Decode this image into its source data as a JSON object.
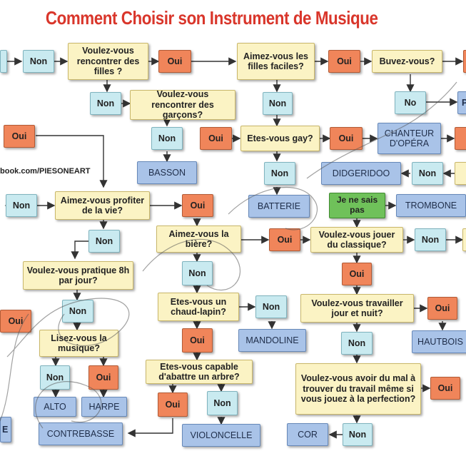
{
  "title": "Comment Choisir son Instrument de Musique",
  "credit": "book.com/PIESONEART",
  "questions": {
    "q_filles": "Voulez-vous rencontrer des filles ?",
    "q_filles_faciles": "Aimez-vous les filles faciles?",
    "q_buvez": "Buvez-vous?",
    "q_garcons": "Voulez-vous rencontrer des garçons?",
    "q_gay": "Etes-vous gay?",
    "q_profiter": "Aimez-vous profiter de la vie?",
    "q_biere": "Aimez-vous la bière?",
    "q_classique": "Voulez-vous jouer du classique?",
    "q_pratique": "Voulez-vous pratique 8h par jour?",
    "q_chaud": "Etes-vous un chaud-lapin?",
    "q_travailler": "Voulez-vous travailler jour et nuit?",
    "q_lisez": "Lisez-vous la musique?",
    "q_arbre": "Etes-vous capable d'abattre un arbre?",
    "q_mal": "Voulez-vous avoir du mal à trouver du travail même si vous jouez à la perfection?"
  },
  "answers": {
    "oui": "Oui",
    "non": "Non",
    "no": "No",
    "ne_sais_pas": "Je ne sais pas"
  },
  "instruments": {
    "basson": "BASSON",
    "chanteur": "CHANTEUR D'OPÉRA",
    "didgeridoo": "DIDGERIDOO",
    "batterie": "BATTERIE",
    "trombone": "TROMBONE",
    "mandoline": "MANDOLINE",
    "hautbois": "HAUTBOIS",
    "alto": "ALTO",
    "harpe": "HARPE",
    "contrebasse": "CONTREBASSE",
    "violoncelle": "VIOLONCELLE",
    "cor": "COR",
    "edge_p": "P",
    "edge_e": "E"
  }
}
